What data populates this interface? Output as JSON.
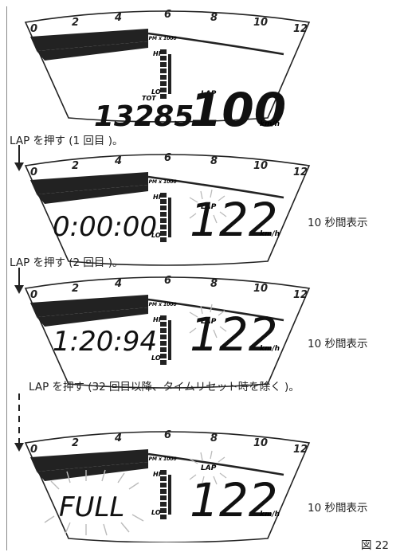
{
  "steps": [
    {
      "instruction": "LAP を押す (1 回目 )。"
    },
    {
      "instruction": "LAP を押す (2 回目 )。"
    },
    {
      "instruction": "LAP を押す (32 回目以降、タイムリセット時を除く )。"
    }
  ],
  "panels": [
    {
      "left_display": "13285",
      "show_tot": true,
      "speed": "100",
      "lap_flash": false,
      "note": ""
    },
    {
      "left_display": "0:00:00",
      "show_tot": false,
      "speed": "122",
      "lap_flash": true,
      "note": "10 秒間表示"
    },
    {
      "left_display": "1:20:94",
      "show_tot": false,
      "speed": "122",
      "lap_flash": true,
      "note": "10 秒間表示"
    },
    {
      "left_display": "FULL",
      "show_tot": false,
      "speed": "122",
      "lap_flash": true,
      "note": "10 秒間表示"
    }
  ],
  "gauge": {
    "tach_numbers": [
      "0",
      "2",
      "4",
      "6",
      "8",
      "10",
      "12"
    ],
    "rpm_label": "RPM x 1000",
    "lap_label": "LAP",
    "hi_label": "HI",
    "lo_label": "LO",
    "tot_label": "TOT",
    "unit": "km/h"
  },
  "figure_label": "図 22"
}
